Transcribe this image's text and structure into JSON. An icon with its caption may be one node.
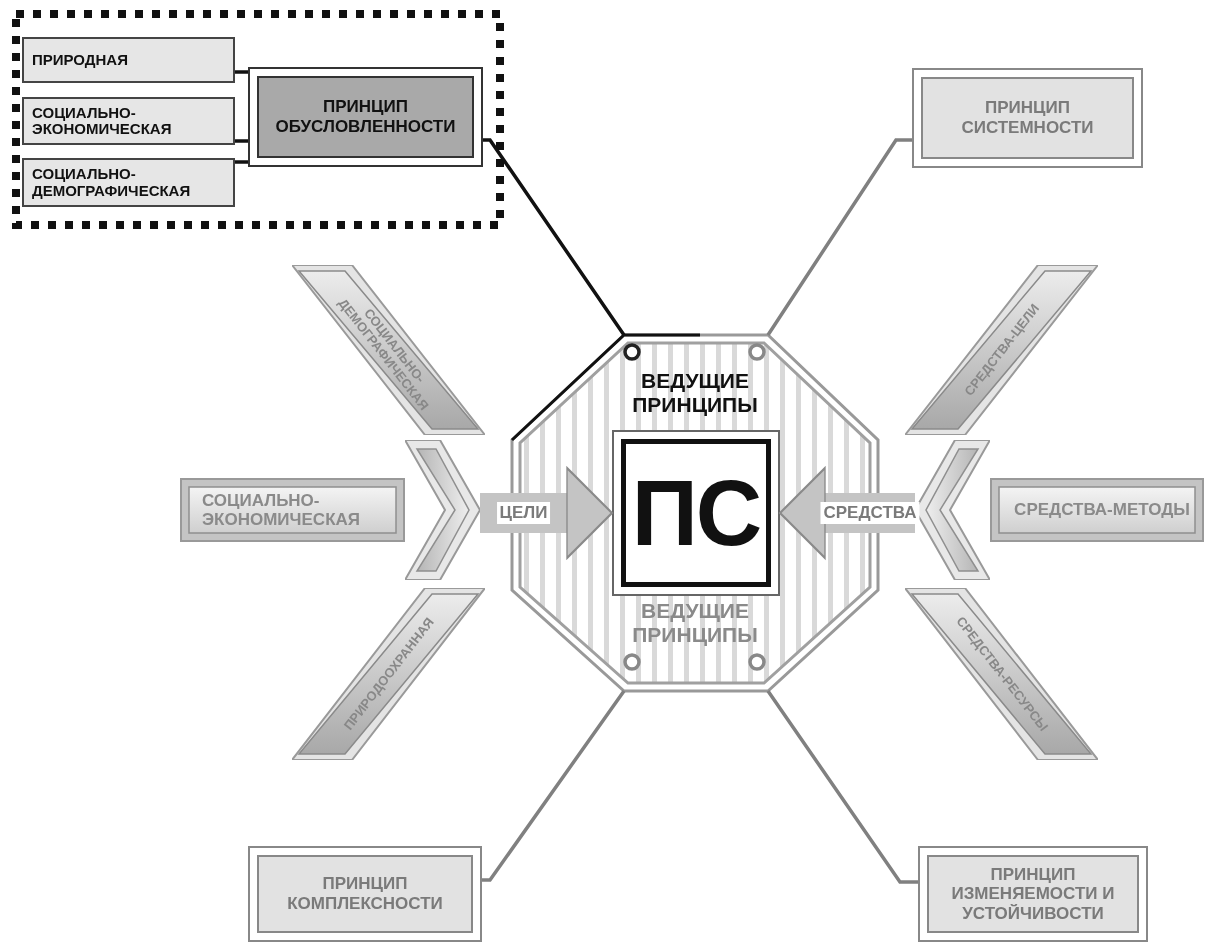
{
  "diagram": {
    "nodes": [
      {
        "text": [],
        "shape": "box"
      },
      {
        "text": [
          "ПРИРОДНАЯ"
        ],
        "in": 0
      },
      {
        "text": [
          "СОЦИАЛЬНО- ЭКОНОМИЧЕСКАЯ"
        ],
        "in": 0
      },
      {
        "text": [
          "СОЦИАЛЬНО- ДЕМОГРАФИЧЕСКАЯ"
        ],
        "in": 0
      },
      {
        "text": [
          "ПРИНЦИП ОБУСЛОВЛЕННОСТИ"
        ],
        "in": 0
      },
      {
        "text": [
          "ПРИНЦИП СИСТЕМНОСТИ"
        ]
      },
      {
        "text": [
          "ВЕДУЩИЕ ПРИНЦИПЫ",
          "ВЕДУЩИЕ ПРИНЦИПЫ"
        ]
      },
      {
        "text": [
          "ПС"
        ],
        "in": 6
      },
      {
        "text": [
          "СОЦИАЛЬНО- ДЕМОГРАФИЧЕСКАЯ"
        ]
      },
      {
        "text": [
          "СРЕДСТВА-ЦЕЛИ"
        ]
      },
      {
        "text": [
          "СОЦИАЛЬНО- ЭКОНОМИЧЕСКАЯ"
        ]
      },
      {
        "text": [],
        "shape": "chevron"
      },
      {
        "text": [],
        "shape": "chevron"
      },
      {
        "text": [
          "СРЕДСТВА-МЕТОДЫ"
        ]
      },
      {
        "text": [
          "ПРИРОДООХРАННАЯ"
        ]
      },
      {
        "text": [
          "СРЕДСТВА-РЕСУРСЫ"
        ]
      },
      {
        "text": [
          "ПРИНЦИП КОМПЛЕКСНОСТИ"
        ]
      },
      {
        "text": [
          "ПРИНЦИП ИЗМЕНЯЕМОСТИ И УСТОЙЧИВОСТИ"
        ]
      }
    ],
    "edges": [
      {
        "from": 1,
        "to": 4,
        "arrow": "none"
      },
      {
        "from": 2,
        "to": 4,
        "arrow": "none"
      },
      {
        "from": 3,
        "to": 4,
        "arrow": "none"
      },
      {
        "from": 4,
        "to": 6,
        "arrow": "none"
      },
      {
        "from": 5,
        "to": 6,
        "arrow": "none",
        "color": "#808080"
      },
      {
        "from": 16,
        "to": 6,
        "arrow": "none",
        "color": "#808080"
      },
      {
        "from": 17,
        "to": 6,
        "arrow": "none",
        "color": "#808080"
      },
      {
        "from": 11,
        "to": 7,
        "arrow": "to",
        "label": "ЦЕЛИ",
        "style": "thick",
        "color": "#c4c4c4"
      },
      {
        "from": 12,
        "to": 7,
        "arrow": "to",
        "label": "СРЕДСТВА",
        "style": "thick",
        "color": "#c4c4c4"
      }
    ]
  }
}
